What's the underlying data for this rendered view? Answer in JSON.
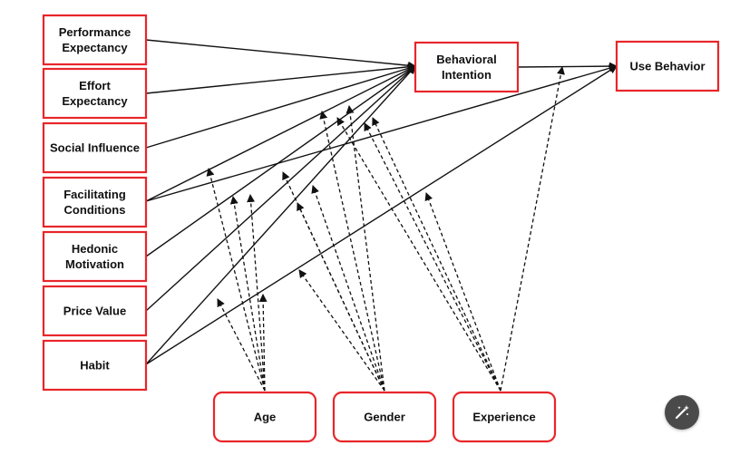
{
  "nodes": [
    {
      "id": "pe",
      "lines": [
        "Performance",
        "Expectancy"
      ]
    },
    {
      "id": "ee",
      "lines": [
        "Effort",
        "Expectancy"
      ]
    },
    {
      "id": "si",
      "lines": [
        "Social Influence"
      ]
    },
    {
      "id": "fc",
      "lines": [
        "Facilitating",
        "Conditions"
      ]
    },
    {
      "id": "hm",
      "lines": [
        "Hedonic",
        "Motivation"
      ]
    },
    {
      "id": "pv",
      "lines": [
        "Price Value"
      ]
    },
    {
      "id": "ha",
      "lines": [
        "Habit"
      ]
    },
    {
      "id": "bi",
      "lines": [
        "Behavioral",
        "Intention"
      ]
    },
    {
      "id": "ub",
      "lines": [
        "Use Behavior"
      ]
    },
    {
      "id": "age",
      "lines": [
        "Age"
      ]
    },
    {
      "id": "gender",
      "lines": [
        "Gender"
      ]
    },
    {
      "id": "exp",
      "lines": [
        "Experience"
      ]
    }
  ],
  "edges": [
    {
      "from": "pe",
      "to": "bi",
      "style": "solid"
    },
    {
      "from": "ee",
      "to": "bi",
      "style": "solid"
    },
    {
      "from": "si",
      "to": "bi",
      "style": "solid"
    },
    {
      "from": "fc",
      "to": "bi",
      "style": "solid"
    },
    {
      "from": "fc",
      "to": "ub",
      "style": "solid"
    },
    {
      "from": "hm",
      "to": "bi",
      "style": "solid"
    },
    {
      "from": "pv",
      "to": "bi",
      "style": "solid"
    },
    {
      "from": "ha",
      "to": "bi",
      "style": "solid"
    },
    {
      "from": "ha",
      "to": "ub",
      "style": "solid"
    },
    {
      "from": "bi",
      "to": "ub",
      "style": "solid"
    },
    {
      "from": "age",
      "to": "pe-bi",
      "style": "dashed"
    },
    {
      "from": "age",
      "to": "fc-bi",
      "style": "dashed"
    },
    {
      "from": "age",
      "to": "hm-bi",
      "style": "dashed"
    },
    {
      "from": "age",
      "to": "ha-bi",
      "style": "dashed"
    },
    {
      "from": "age",
      "to": "ha-ub",
      "style": "dashed"
    },
    {
      "from": "gender",
      "to": "pe-bi",
      "style": "dashed"
    },
    {
      "from": "gender",
      "to": "ee-bi",
      "style": "dashed"
    },
    {
      "from": "gender",
      "to": "si-bi",
      "style": "dashed"
    },
    {
      "from": "gender",
      "to": "hm-bi",
      "style": "dashed"
    },
    {
      "from": "gender",
      "to": "pv-bi",
      "style": "dashed"
    },
    {
      "from": "gender",
      "to": "ha-bi",
      "style": "dashed"
    },
    {
      "from": "exp",
      "to": "ee-bi",
      "style": "dashed"
    },
    {
      "from": "exp",
      "to": "si-bi",
      "style": "dashed"
    },
    {
      "from": "exp",
      "to": "fc-ub",
      "style": "dashed"
    },
    {
      "from": "exp",
      "to": "hm-bi",
      "style": "dashed"
    },
    {
      "from": "exp",
      "to": "bi-ub",
      "style": "dashed"
    }
  ],
  "colors": {
    "box_border": "#e8262a",
    "line": "#111111",
    "fab_bg": "#4a4a4a"
  },
  "icons": {
    "magic_button": "magic-wand-icon"
  }
}
